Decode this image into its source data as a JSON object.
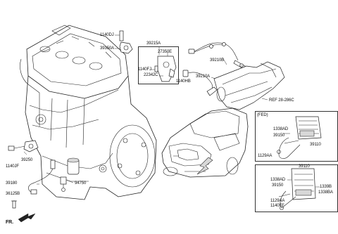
{
  "labels": {
    "p1140dj": "1140DJ",
    "p39350a": "39350A",
    "p39215a": "39215A",
    "p27350e": "27350E",
    "p1140fj": "1140FJ",
    "p22342c": "22342C",
    "p39210b": "39210B",
    "p39210a": "39210A",
    "p1140hb": "1140HB",
    "ref": "REF 28-286C",
    "fed": "(FED)",
    "p1338ad_a": "1338AD",
    "p39150_a": "39150",
    "p39110_a": "39110",
    "p1129aa_a": "1129AA",
    "p39110_b": "39110",
    "p1338ad_b": "1338AD",
    "p39150_b": "39150",
    "p1339b": "1339B",
    "p1338ba": "1338BA",
    "p1129aa_b": "1129AA",
    "p1140ff": "1140FF",
    "p39250": "39250",
    "p1140jf": "1140JF",
    "p39180": "39180",
    "p94750": "94750",
    "p36125b": "36125B",
    "fr": "FR."
  }
}
